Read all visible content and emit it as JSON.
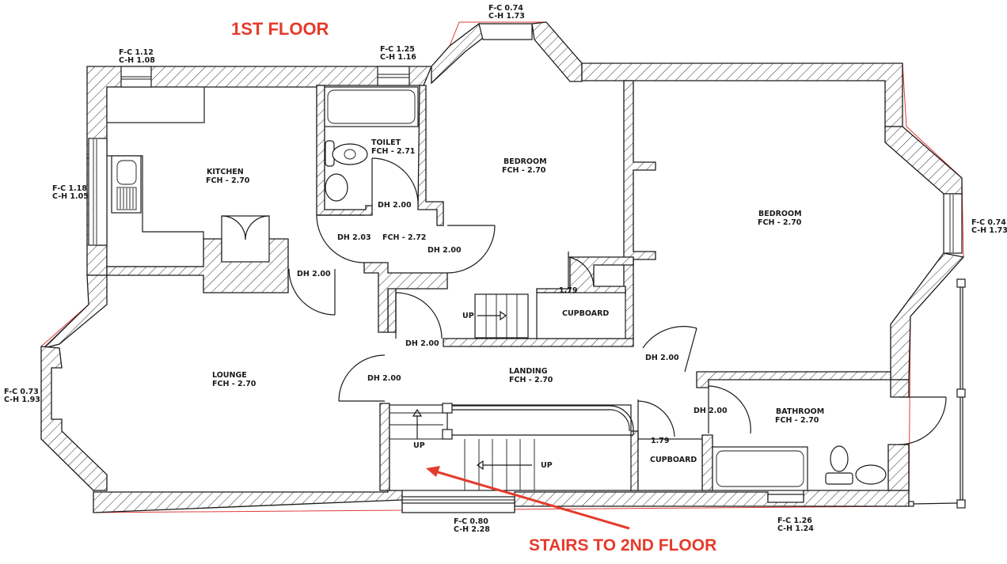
{
  "title": "1ST FLOOR",
  "annotation": {
    "label": "STAIRS TO 2ND FLOOR",
    "color": "#e53b2c"
  },
  "colors": {
    "outline": "#e03a3a",
    "lines": "#1a1a1a",
    "title": "#e53b2c"
  },
  "rooms": [
    {
      "name": "KITCHEN",
      "fch": "FCH - 2.70"
    },
    {
      "name": "TOILET",
      "fch": "FCH - 2.71"
    },
    {
      "name": "BEDROOM",
      "fch": "FCH - 2.70"
    },
    {
      "name": "BEDROOM",
      "fch": "FCH - 2.70"
    },
    {
      "name": "LOUNGE",
      "fch": "FCH - 2.70"
    },
    {
      "name": "LANDING",
      "fch": "FCH - 2.70"
    },
    {
      "name": "BATHROOM",
      "fch": "FCH - 2.70"
    },
    {
      "name": "CUPBOARD",
      "height": "1.79"
    },
    {
      "name": "CUPBOARD",
      "height": "1.79"
    }
  ],
  "hallway": {
    "fch": "FCH - 2.72"
  },
  "windows": [
    {
      "fc": "F-C 1.12",
      "ch": "C-H 1.08"
    },
    {
      "fc": "F-C 1.25",
      "ch": "C-H 1.16"
    },
    {
      "fc": "F-C 0.74",
      "ch": "C-H 1.73"
    },
    {
      "fc": "F-C 1.18",
      "ch": "C-H 1.05"
    },
    {
      "fc": "F-C 0.74",
      "ch": "C-H 1.73"
    },
    {
      "fc": "F-C 0.73",
      "ch": "C-H 1.93"
    },
    {
      "fc": "F-C 0.80",
      "ch": "C-H 2.28"
    },
    {
      "fc": "F-C 1.26",
      "ch": "C-H 1.24"
    }
  ],
  "doors": [
    {
      "dh": "DH 2.00"
    },
    {
      "dh": "DH 2.03"
    },
    {
      "dh": "DH 2.00"
    },
    {
      "dh": "DH 2.00"
    },
    {
      "dh": "DH 2.00"
    },
    {
      "dh": "DH 2.00"
    },
    {
      "dh": "DH 2.00"
    },
    {
      "dh": "DH 2.00"
    }
  ],
  "stairs": [
    {
      "label": "UP"
    },
    {
      "label": "UP"
    },
    {
      "label": "UP"
    }
  ]
}
